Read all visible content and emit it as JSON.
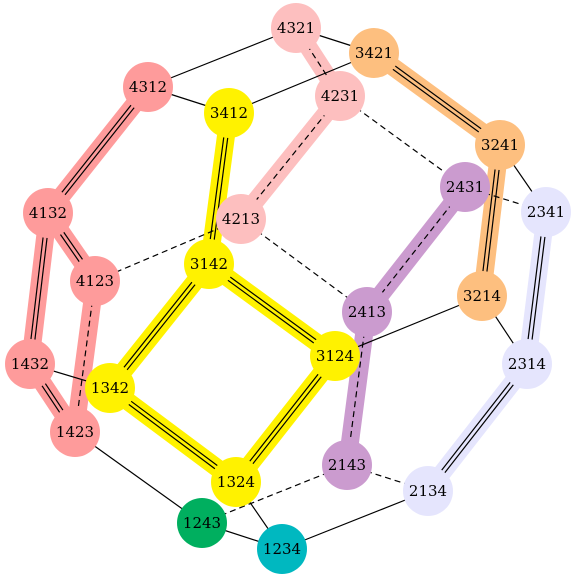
{
  "colors": {
    "pink": "#fe9b9b",
    "light_pink": "#fdbfbf",
    "yellow": "#fff200",
    "orange": "#fdbf7f",
    "purple": "#cb9bcf",
    "lavender": "#e5e5fd",
    "green": "#00af5f",
    "teal": "#00b8c0",
    "edge": "#000000",
    "text": "#000000"
  },
  "nodes": [
    {
      "id": "4321",
      "label": "4321",
      "color": "light_pink"
    },
    {
      "id": "3421",
      "label": "3421",
      "color": "orange"
    },
    {
      "id": "4312",
      "label": "4312",
      "color": "pink"
    },
    {
      "id": "4231",
      "label": "4231",
      "color": "light_pink"
    },
    {
      "id": "3412",
      "label": "3412",
      "color": "yellow"
    },
    {
      "id": "3241",
      "label": "3241",
      "color": "orange"
    },
    {
      "id": "2431",
      "label": "2431",
      "color": "purple"
    },
    {
      "id": "4132",
      "label": "4132",
      "color": "pink"
    },
    {
      "id": "4213",
      "label": "4213",
      "color": "light_pink"
    },
    {
      "id": "2341",
      "label": "2341",
      "color": "lavender"
    },
    {
      "id": "3142",
      "label": "3142",
      "color": "yellow"
    },
    {
      "id": "4123",
      "label": "4123",
      "color": "pink"
    },
    {
      "id": "3214",
      "label": "3214",
      "color": "orange"
    },
    {
      "id": "2413",
      "label": "2413",
      "color": "purple"
    },
    {
      "id": "1432",
      "label": "1432",
      "color": "pink"
    },
    {
      "id": "3124",
      "label": "3124",
      "color": "yellow"
    },
    {
      "id": "2314",
      "label": "2314",
      "color": "lavender"
    },
    {
      "id": "1342",
      "label": "1342",
      "color": "yellow"
    },
    {
      "id": "1423",
      "label": "1423",
      "color": "pink"
    },
    {
      "id": "2143",
      "label": "2143",
      "color": "purple"
    },
    {
      "id": "1324",
      "label": "1324",
      "color": "yellow"
    },
    {
      "id": "2134",
      "label": "2134",
      "color": "lavender"
    },
    {
      "id": "1243",
      "label": "1243",
      "color": "green"
    },
    {
      "id": "1234",
      "label": "1234",
      "color": "teal"
    }
  ],
  "bands": [
    {
      "from": "4312",
      "to": "4132",
      "color": "pink"
    },
    {
      "from": "4132",
      "to": "1432",
      "color": "pink"
    },
    {
      "from": "4132",
      "to": "4123",
      "color": "pink"
    },
    {
      "from": "4123",
      "to": "1423",
      "color": "pink"
    },
    {
      "from": "1432",
      "to": "1423",
      "color": "pink"
    },
    {
      "from": "4231",
      "to": "4213",
      "color": "light_pink"
    },
    {
      "from": "4321",
      "to": "4231",
      "color": "light_pink"
    },
    {
      "from": "3412",
      "to": "3142",
      "color": "yellow"
    },
    {
      "from": "3142",
      "to": "1342",
      "color": "yellow"
    },
    {
      "from": "3142",
      "to": "3124",
      "color": "yellow"
    },
    {
      "from": "1342",
      "to": "1324",
      "color": "yellow"
    },
    {
      "from": "3124",
      "to": "1324",
      "color": "yellow"
    },
    {
      "from": "3421",
      "to": "3241",
      "color": "orange"
    },
    {
      "from": "3241",
      "to": "3214",
      "color": "orange"
    },
    {
      "from": "2431",
      "to": "2413",
      "color": "purple"
    },
    {
      "from": "2413",
      "to": "2143",
      "color": "purple"
    },
    {
      "from": "2341",
      "to": "2314",
      "color": "lavender"
    },
    {
      "from": "2314",
      "to": "2134",
      "color": "lavender"
    }
  ],
  "edges": [
    {
      "from": "4321",
      "to": "4312",
      "style": "solid"
    },
    {
      "from": "4321",
      "to": "3421",
      "style": "solid"
    },
    {
      "from": "4321",
      "to": "4231",
      "style": "dashed"
    },
    {
      "from": "4312",
      "to": "3412",
      "style": "solid"
    },
    {
      "from": "4312",
      "to": "4132",
      "style": "double"
    },
    {
      "from": "3421",
      "to": "3412",
      "style": "solid"
    },
    {
      "from": "3421",
      "to": "3241",
      "style": "double"
    },
    {
      "from": "4231",
      "to": "4213",
      "style": "dashed"
    },
    {
      "from": "4231",
      "to": "2431",
      "style": "dashed"
    },
    {
      "from": "3412",
      "to": "3142",
      "style": "double"
    },
    {
      "from": "3241",
      "to": "2341",
      "style": "solid"
    },
    {
      "from": "3241",
      "to": "3214",
      "style": "double"
    },
    {
      "from": "2431",
      "to": "2341",
      "style": "dashed"
    },
    {
      "from": "2431",
      "to": "2413",
      "style": "dashed"
    },
    {
      "from": "4132",
      "to": "4123",
      "style": "double"
    },
    {
      "from": "4132",
      "to": "1432",
      "style": "double"
    },
    {
      "from": "4213",
      "to": "4123",
      "style": "dashed"
    },
    {
      "from": "4213",
      "to": "2413",
      "style": "dashed"
    },
    {
      "from": "2341",
      "to": "2314",
      "style": "double"
    },
    {
      "from": "3142",
      "to": "1342",
      "style": "double"
    },
    {
      "from": "3142",
      "to": "3124",
      "style": "double"
    },
    {
      "from": "4123",
      "to": "1423",
      "style": "dashed"
    },
    {
      "from": "3214",
      "to": "3124",
      "style": "solid"
    },
    {
      "from": "3214",
      "to": "2314",
      "style": "solid"
    },
    {
      "from": "2413",
      "to": "2143",
      "style": "dashed"
    },
    {
      "from": "1432",
      "to": "1342",
      "style": "solid"
    },
    {
      "from": "1432",
      "to": "1423",
      "style": "double"
    },
    {
      "from": "3124",
      "to": "1324",
      "style": "double"
    },
    {
      "from": "2314",
      "to": "2134",
      "style": "double"
    },
    {
      "from": "1342",
      "to": "1324",
      "style": "double"
    },
    {
      "from": "1423",
      "to": "1243",
      "style": "solid"
    },
    {
      "from": "2143",
      "to": "2134",
      "style": "dashed"
    },
    {
      "from": "2143",
      "to": "1243",
      "style": "dashed"
    },
    {
      "from": "1324",
      "to": "1234",
      "style": "solid"
    },
    {
      "from": "2134",
      "to": "1234",
      "style": "solid"
    },
    {
      "from": "1243",
      "to": "1234",
      "style": "solid"
    }
  ]
}
